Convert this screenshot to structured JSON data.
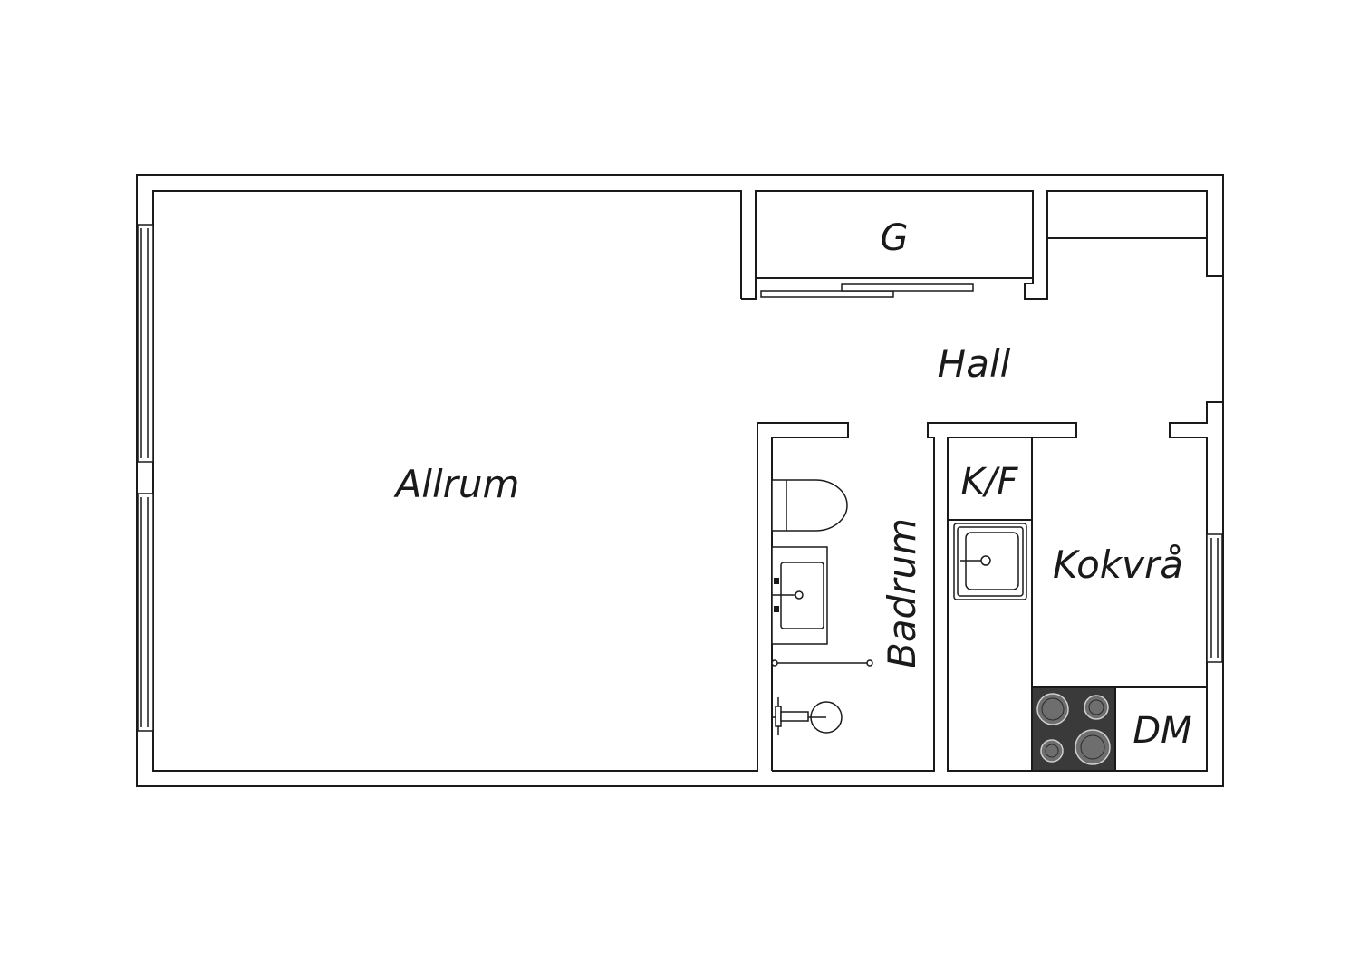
{
  "floorplan": {
    "rooms": {
      "allrum": "Allrum",
      "hall": "Hall",
      "garderob": "G",
      "badrum": "Badrum",
      "kyl_frys": "K/F",
      "kokvra": "Kokvrå",
      "diskmaskin": "DM"
    },
    "colors": {
      "line": "#1a1a1a",
      "background": "#ffffff",
      "stove": "#3a3a3a",
      "burner": "#6e6e6e"
    }
  }
}
